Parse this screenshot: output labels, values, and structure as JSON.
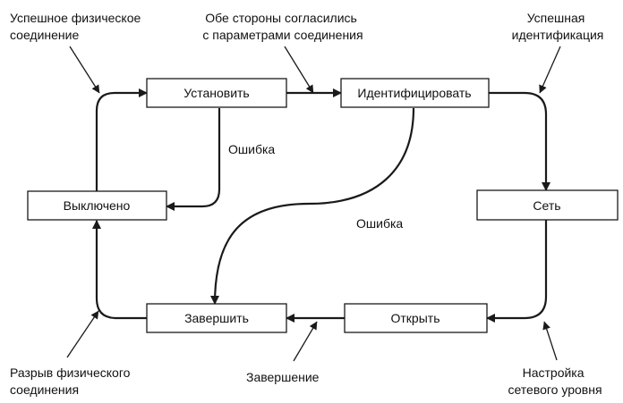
{
  "states": {
    "establish": "Установить",
    "authenticate": "Идентифицировать",
    "network": "Сеть",
    "open": "Открыть",
    "terminate": "Завершить",
    "dead": "Выключено"
  },
  "annotations": {
    "physical_up": [
      "Успешное физическое",
      "соединение"
    ],
    "options_agreed": [
      "Обе стороны согласились",
      "с параметрами соединения"
    ],
    "auth_success": [
      "Успешная",
      "идентификация"
    ],
    "error_establish": "Ошибка",
    "error_authenticate": "Ошибка",
    "physical_down": [
      "Разрыв физического",
      "соединения"
    ],
    "closing": "Завершение",
    "network_setup": [
      "Настройка",
      "сетевого уровня"
    ]
  }
}
